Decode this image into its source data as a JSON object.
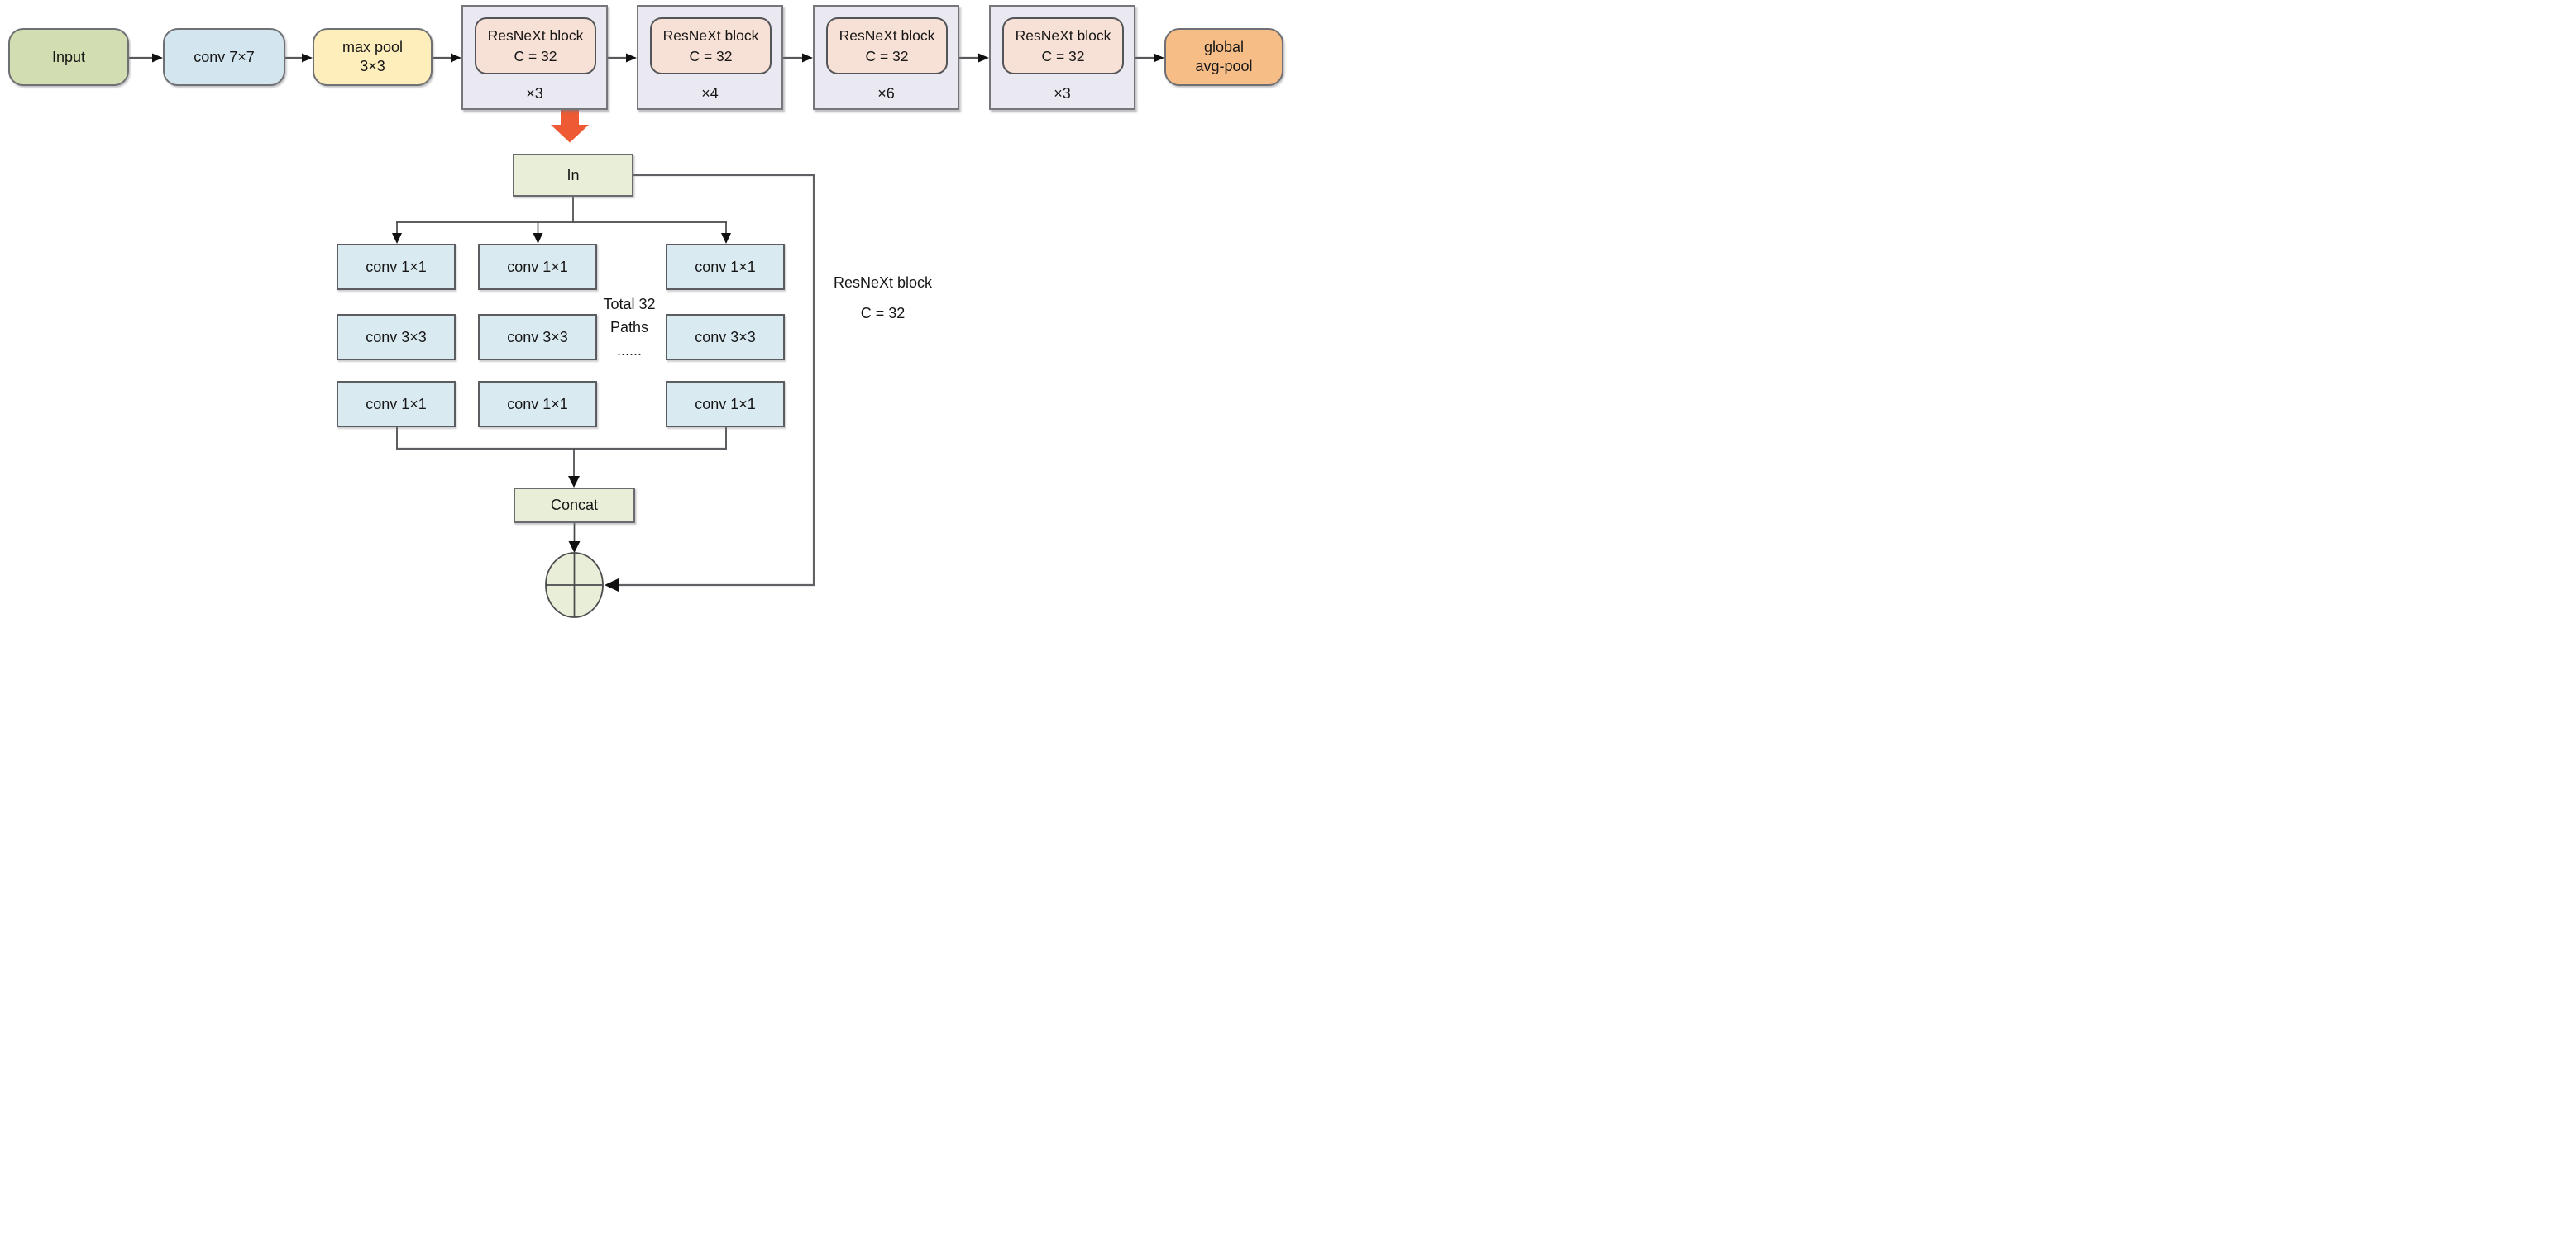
{
  "colors": {
    "input_fill": "#d2deb2",
    "conv7_fill": "#d3e5ee",
    "maxpool_fill": "#fdeebb",
    "stage_fill": "#eae8f0",
    "stage_inner_fill": "#f7e0d5",
    "global_fill": "#f6bd87",
    "detail_green_fill": "#e9eed8",
    "conv_fill": "#daeaf1",
    "expand_arrow": "#ed5a34",
    "wire": "#47484a"
  },
  "pipeline": {
    "input_label": "Input",
    "conv7_label": "conv 7×7",
    "maxpool_line1": "max pool",
    "maxpool_line2": "3×3",
    "stages": [
      {
        "title": "ResNeXt block",
        "sub": "C = 32",
        "mult": "×3"
      },
      {
        "title": "ResNeXt block",
        "sub": "C = 32",
        "mult": "×4"
      },
      {
        "title": "ResNeXt block",
        "sub": "C = 32",
        "mult": "×6"
      },
      {
        "title": "ResNeXt block",
        "sub": "C = 32",
        "mult": "×3"
      }
    ],
    "global_line1": "global",
    "global_line2": "avg-pool"
  },
  "detail": {
    "in_label": "In",
    "grid": [
      [
        "conv 1×1",
        "conv 1×1",
        "conv 1×1"
      ],
      [
        "conv 3×3",
        "conv 3×3",
        "conv 3×3"
      ],
      [
        "conv 1×1",
        "conv 1×1",
        "conv 1×1"
      ]
    ],
    "note": [
      "Total 32",
      "Paths",
      "......"
    ],
    "concat_label": "Concat",
    "sum_symbol": "⊕",
    "side_label": [
      "ResNeXt block",
      "C = 32"
    ]
  }
}
